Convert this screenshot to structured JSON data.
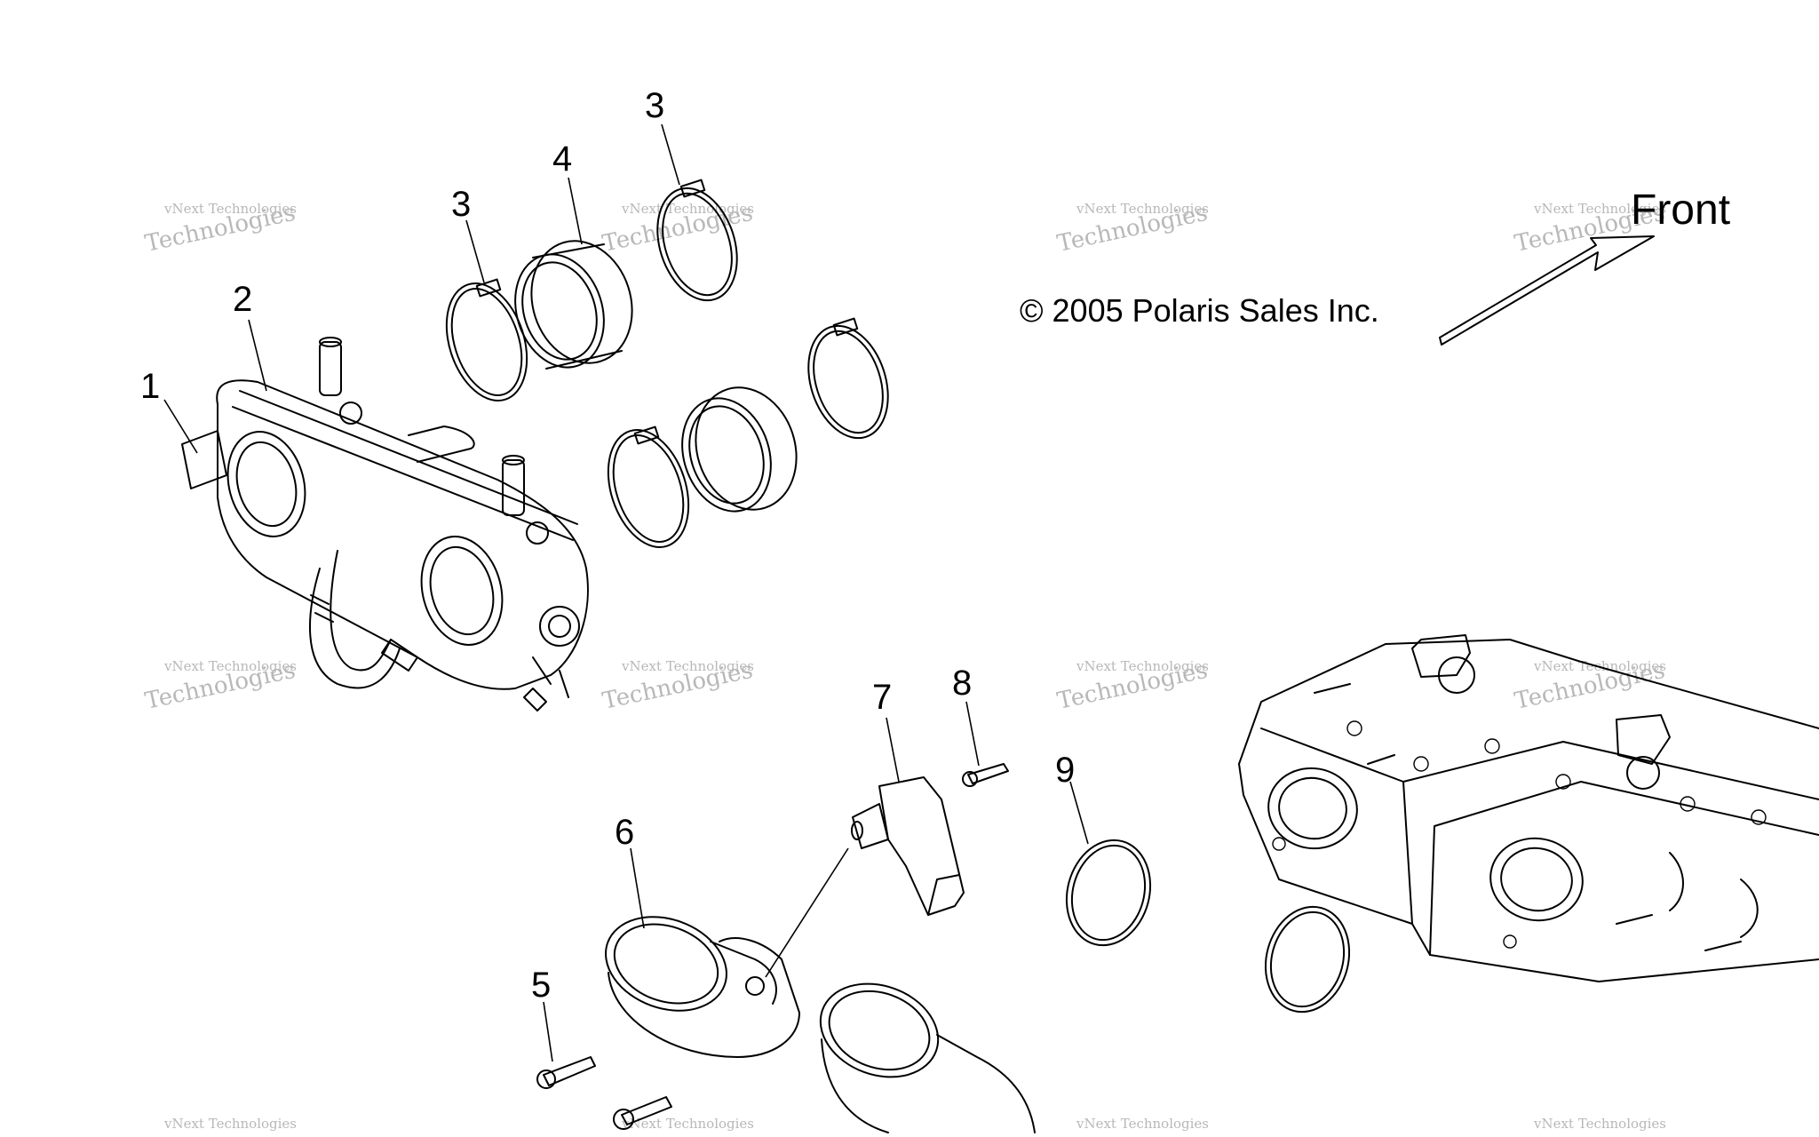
{
  "diagram": {
    "copyright": "© 2005 Polaris Sales Inc.",
    "direction_label": "Front",
    "watermark_line1": "vNext Technologies",
    "watermark_line2": "Technologies",
    "callouts": [
      "1",
      "2",
      "3",
      "3",
      "4",
      "5",
      "6",
      "7",
      "8",
      "9"
    ]
  }
}
